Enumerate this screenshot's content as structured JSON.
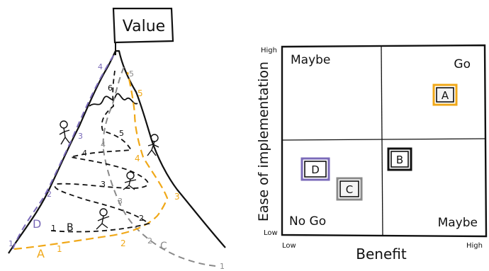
{
  "mountain": {
    "flag_text": "Value",
    "routes": {
      "A": {
        "label": "A",
        "color": "#f0a818",
        "steps": [
          "1",
          "2",
          "3",
          "4",
          "5"
        ]
      },
      "B": {
        "label": "B",
        "color": "#111111",
        "steps": [
          "1",
          "2",
          "3",
          "4",
          "5",
          "6"
        ]
      },
      "C": {
        "label": "C",
        "color": "#8a8a8a",
        "steps": [
          "1",
          "2",
          "3",
          "4",
          "5"
        ]
      },
      "D": {
        "label": "D",
        "color": "#7a6ab8",
        "steps": [
          "1",
          "2",
          "3",
          "4"
        ]
      }
    }
  },
  "matrix": {
    "y_axis_label": "Ease of implementation",
    "x_axis_label": "Benefit",
    "y_high": "High",
    "y_low": "Low",
    "x_low": "Low",
    "x_high": "High",
    "quadrants": {
      "top_left": "Maybe",
      "top_right": "Go",
      "bottom_left": "No Go",
      "bottom_right": "Maybe"
    },
    "items": [
      {
        "label": "A",
        "color": "#f0a818"
      },
      {
        "label": "B",
        "color": "#111111"
      },
      {
        "label": "C",
        "color": "#8a8a8a"
      },
      {
        "label": "D",
        "color": "#7a6ab8"
      }
    ]
  }
}
